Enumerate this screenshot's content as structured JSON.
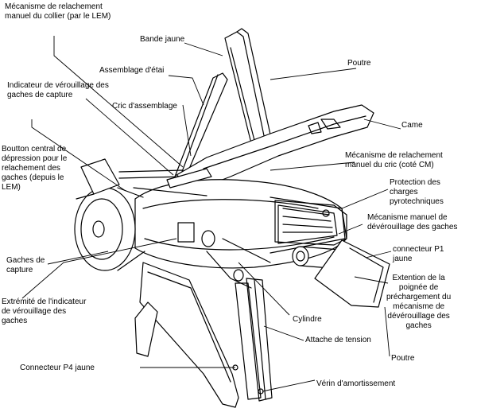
{
  "labels": {
    "mecanisme_collier": [
      "Mécanisme de relachement",
      "manuel du collier (par le LEM)"
    ],
    "bande_jaune": "Bande jaune",
    "assemblage_etai": "Assemblage d'étai",
    "poutre_top": "Poutre",
    "indicateur_verrouillage": [
      "Indicateur de vérouillage des",
      "gaches de capture"
    ],
    "cric_assemblage": "Cric d'assemblage",
    "came": "Came",
    "bouton_central": [
      "Boutton central de",
      "dépression pour le",
      "relachement des",
      "gaches (depuis le",
      "LEM)"
    ],
    "mecanisme_cric": [
      "Mécanisme de relachement",
      "manuel du cric (coté CM)"
    ],
    "protection_charges": [
      "Protection des",
      "charges",
      "pyrotechniques"
    ],
    "mecanisme_manuel": [
      "Mécanisme manuel de",
      "dévérouillage des gaches"
    ],
    "gaches_capture": [
      "Gaches de",
      "capture"
    ],
    "connecteur_p1": [
      "connecteur P1",
      "jaune"
    ],
    "extremite_indicateur": [
      "Extrémité de l'indicateur",
      "de vérouillage des",
      "gaches"
    ],
    "extension_poignee": [
      "Extention de la",
      "poignée de",
      "préchargement du",
      "mécanisme de",
      "dévérouillage des",
      "gaches"
    ],
    "cylindre": "Cylindre",
    "attache_tension": "Attache de tension",
    "poutre_bottom": "Poutre",
    "connecteur_p4": "Connecteur P4 jaune",
    "verin_amortissement": "Vérin d'amortissement"
  }
}
